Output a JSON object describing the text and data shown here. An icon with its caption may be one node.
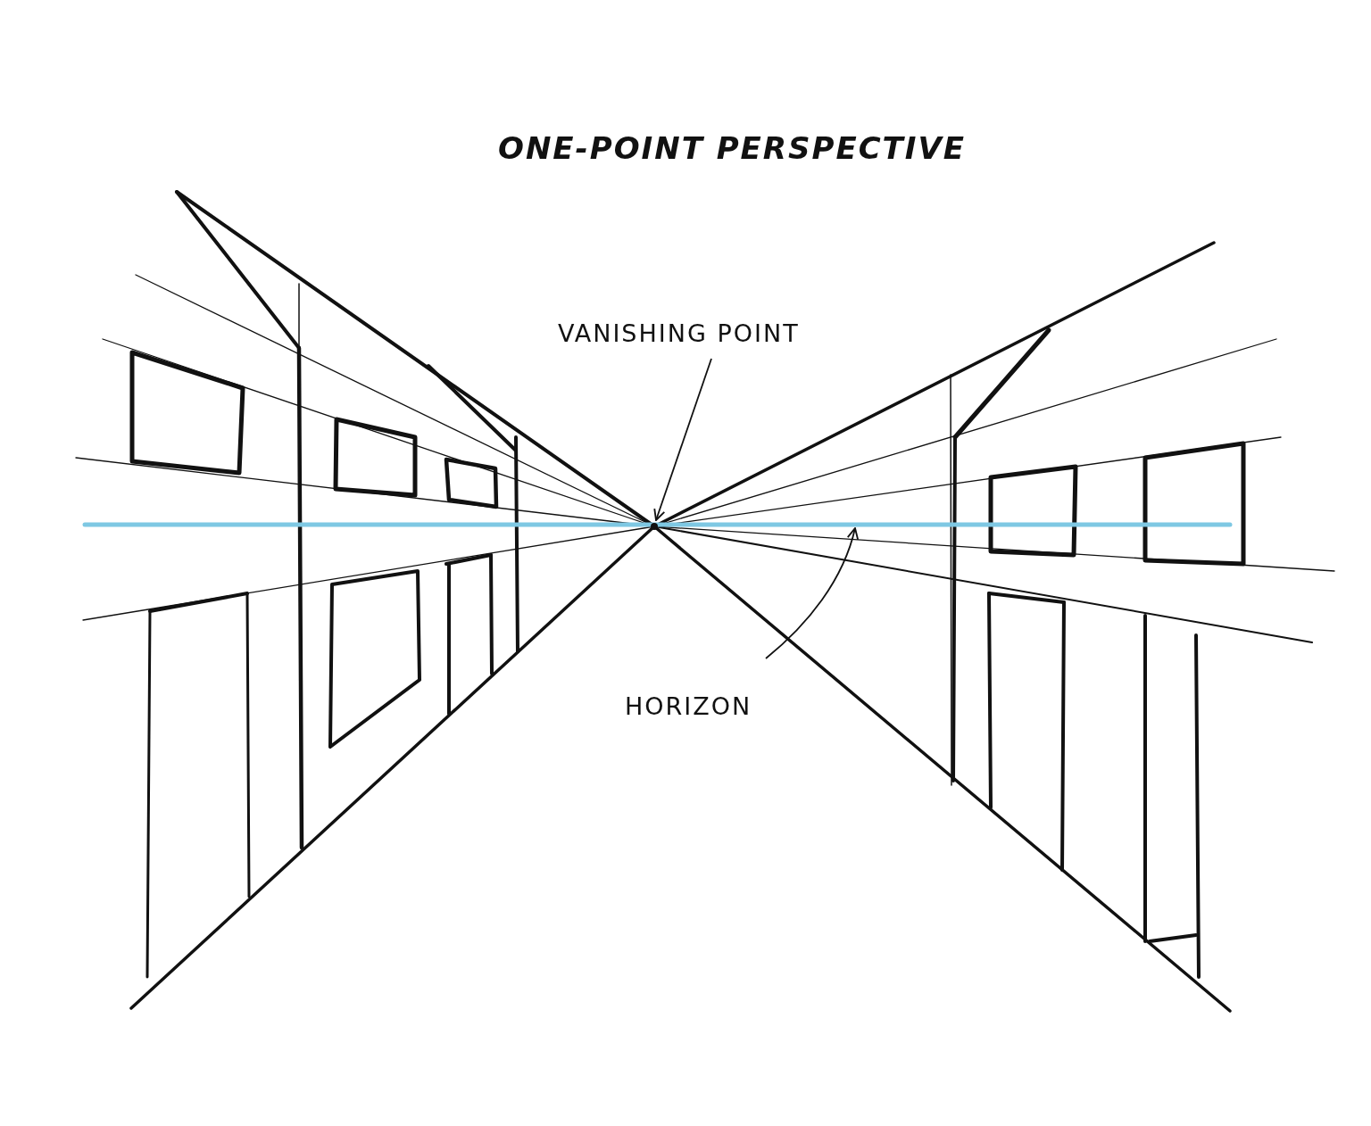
{
  "diagram": {
    "title": "ONE-POINT PERSPECTIVE",
    "nodes": [
      {
        "text": [
          "VANISHING POINT"
        ]
      },
      {
        "text": [
          "HORIZON"
        ]
      },
      {
        "text": [],
        "shape": "line"
      },
      {
        "text": [],
        "shape": "point"
      }
    ],
    "edges": [
      {
        "from": 0,
        "to": 3,
        "arrow": "to"
      },
      {
        "from": 1,
        "to": 2,
        "arrow": "to"
      }
    ]
  }
}
